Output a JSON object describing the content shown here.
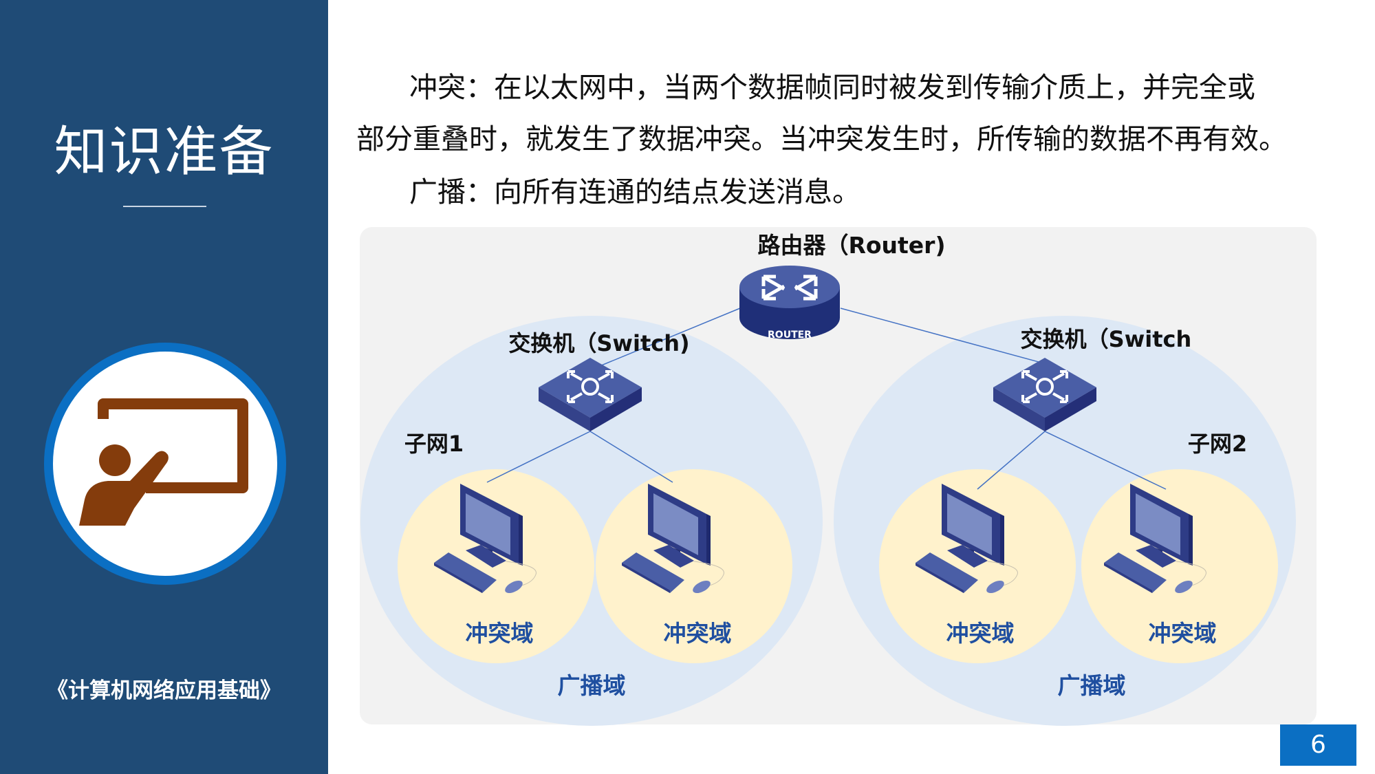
{
  "sidebar": {
    "title": "知识准备",
    "book_title": "《计算机网络应用基础》",
    "icon": "teacher-presentation-icon"
  },
  "content": {
    "paragraph1_line1": "冲突：在以太网中，当两个数据帧同时被发到传输介质上，并完全或",
    "paragraph1_line2": "部分重叠时，就发生了数据冲突。当冲突发生时，所传输的数据不再有效。",
    "paragraph2": "广播：向所有连通的结点发送消息。"
  },
  "diagram": {
    "router_label": "路由器（Router)",
    "router_badge": "ROUTER",
    "switch_left_label": "交换机（Switch)",
    "switch_right_label": "交换机（Switch",
    "subnet1_label": "子网1",
    "subnet2_label": "子网2",
    "collision_domain_labels": [
      "冲突域",
      "冲突域",
      "冲突域",
      "冲突域"
    ],
    "broadcast_domain_labels": [
      "广播域",
      "广播域"
    ],
    "colors": {
      "panel": "#f2f2f2",
      "broadcast_domain": "#dde8f5",
      "collision_domain": "#fff2cc",
      "device": "#4a5ea6",
      "label_blue": "#1f4fa0"
    }
  },
  "page_number": "6"
}
